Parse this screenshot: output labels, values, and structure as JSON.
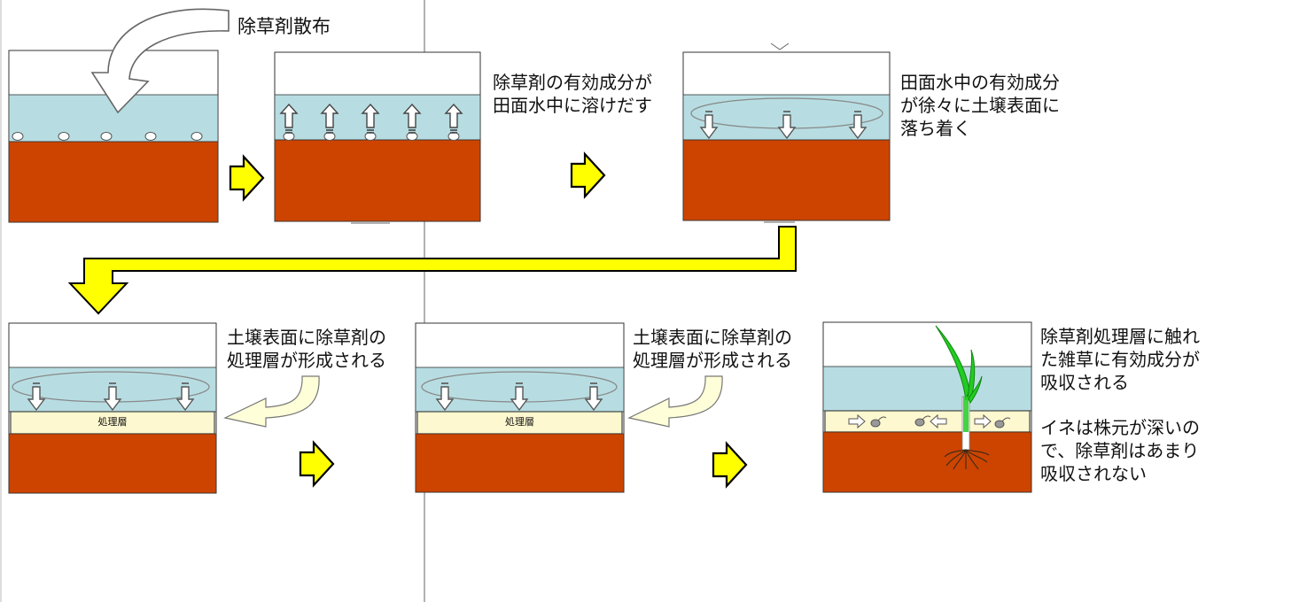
{
  "title": "除草剤散布",
  "steps": [
    {
      "lines": [
        "除草剤の有効成分が",
        "田面水中に溶けだす"
      ]
    },
    {
      "lines": [
        "田面水中の有効成分",
        "が徐々に土壌表面に",
        "落ち着く"
      ]
    },
    {
      "lines": [
        "土壌表面に除草剤の",
        "処理層が形成される"
      ]
    },
    {
      "lines": [
        "土壌表面に除草剤の",
        "処理層が形成される"
      ]
    },
    {
      "lines": [
        "除草剤処理層に触れ",
        "た雑草に有効成分が",
        "吸収される"
      ]
    },
    {
      "lines": [
        "イネは株元が深いの",
        "で、除草剤はあまり",
        "吸収されない"
      ]
    }
  ],
  "layer_label": "処理層",
  "colors": {
    "water": "#b7dde2",
    "soil": "#cc4400",
    "layer": "#fdf8cf",
    "arrow": "#ffff00",
    "curved_arrow": "#fefed8",
    "plant": "#22cc22"
  }
}
